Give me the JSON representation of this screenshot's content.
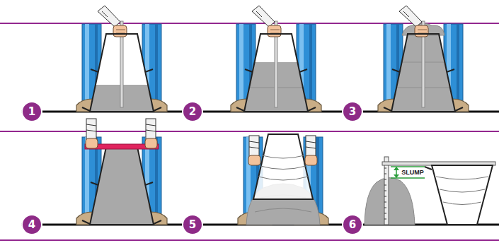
{
  "diagram": {
    "labels": [
      "1",
      "2",
      "3",
      "4",
      "5",
      "6",
      "SLUMP"
    ]
  }
}
